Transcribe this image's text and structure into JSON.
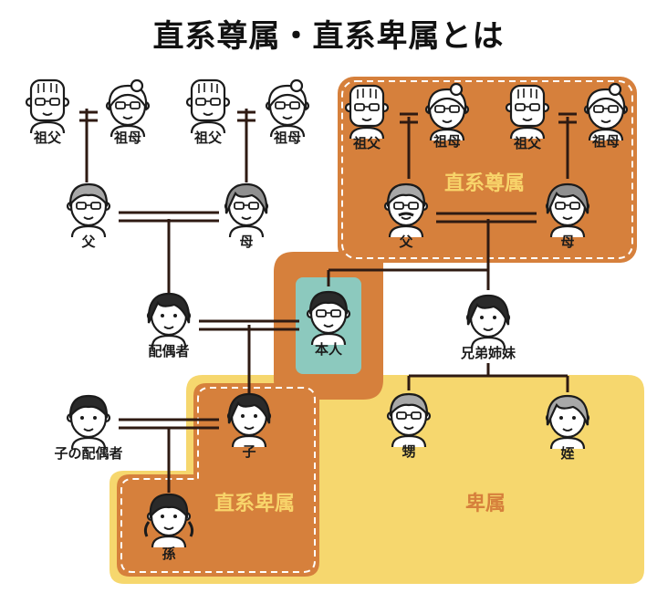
{
  "title": "直系尊属・直系卑属とは",
  "colors": {
    "ancestor_region": "#D6803C",
    "descendant_region": "#F6D76E",
    "self_box": "#8CC9BE",
    "region_text": "#F8D46A",
    "collateral_text": "#D6803C",
    "line": "#2e1a12"
  },
  "regions": {
    "lineal_ascendants": "直系尊属",
    "lineal_descendants": "直系卑属",
    "descendants": "卑属"
  },
  "people": {
    "gf_pat_left": {
      "label": "祖父",
      "icon": "grandfather-icon"
    },
    "gm_pat_left": {
      "label": "祖母",
      "icon": "grandmother-icon"
    },
    "gf_mat_left": {
      "label": "祖父",
      "icon": "grandfather-icon"
    },
    "gm_mat_left": {
      "label": "祖母",
      "icon": "grandmother-icon"
    },
    "father_left": {
      "label": "父",
      "icon": "father-icon"
    },
    "mother_left": {
      "label": "母",
      "icon": "mother-icon"
    },
    "gf_pat_right": {
      "label": "祖父",
      "icon": "grandfather-icon"
    },
    "gm_pat_right": {
      "label": "祖母",
      "icon": "grandmother-icon"
    },
    "gf_mat_right": {
      "label": "祖父",
      "icon": "grandfather-icon"
    },
    "gm_mat_right": {
      "label": "祖母",
      "icon": "grandmother-icon"
    },
    "father_right": {
      "label": "父",
      "icon": "father-icon"
    },
    "mother_right": {
      "label": "母",
      "icon": "mother-icon"
    },
    "spouse": {
      "label": "配偶者",
      "icon": "spouse-icon"
    },
    "self": {
      "label": "本人",
      "icon": "self-icon"
    },
    "siblings": {
      "label": "兄弟姉妹",
      "icon": "sibling-icon"
    },
    "child_spouse": {
      "label": "子の配偶者",
      "icon": "child-spouse-icon"
    },
    "child": {
      "label": "子",
      "icon": "child-icon"
    },
    "nephew": {
      "label": "甥",
      "icon": "nephew-icon"
    },
    "niece": {
      "label": "姪",
      "icon": "niece-icon"
    },
    "grandchild": {
      "label": "孫",
      "icon": "grandchild-icon"
    }
  }
}
